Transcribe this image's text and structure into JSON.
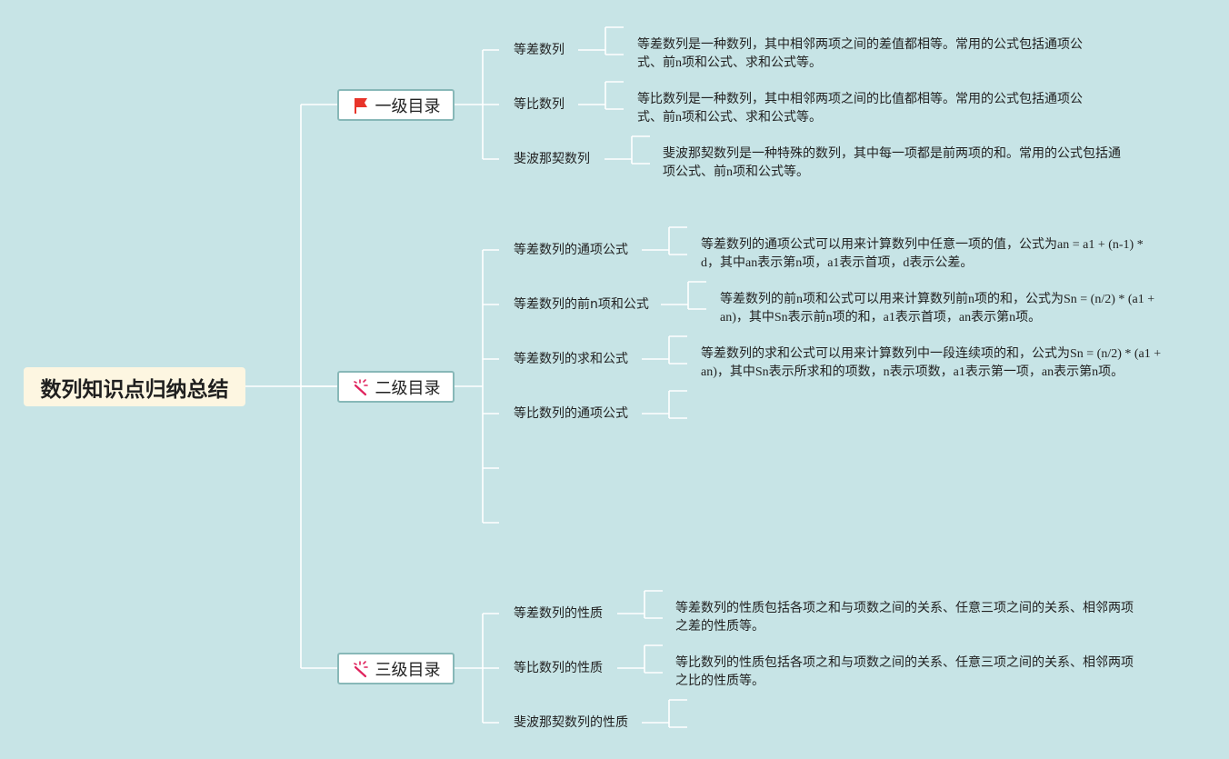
{
  "root": {
    "title": "数列知识点归纳总结"
  },
  "branches": [
    {
      "label": "一级目录",
      "icon": "red-flag-icon",
      "items": [
        {
          "label": "等差数列",
          "desc": "等差数列是一种数列，其中相邻两项之间的差值都相等。常用的公式包括通项公式、前n项和公式、求和公式等。"
        },
        {
          "label": "等比数列",
          "desc": "等比数列是一种数列，其中相邻两项之间的比值都相等。常用的公式包括通项公式、前n项和公式、求和公式等。"
        },
        {
          "label": "斐波那契数列",
          "desc": "斐波那契数列是一种特殊的数列，其中每一项都是前两项的和。常用的公式包括通项公式、前n项和公式等。"
        }
      ]
    },
    {
      "label": "二级目录",
      "icon": "magic-wand-icon",
      "items": [
        {
          "label": "等差数列的通项公式",
          "desc": "等差数列的通项公式可以用来计算数列中任意一项的值，公式为an = a1 + (n-1) * d，其中an表示第n项，a1表示首项，d表示公差。"
        },
        {
          "label": "等差数列的前n项和公式",
          "desc": "等差数列的前n项和公式可以用来计算数列前n项的和，公式为Sn = (n/2) * (a1 + an)，其中Sn表示前n项的和，a1表示首项，an表示第n项。"
        },
        {
          "label": "等差数列的求和公式",
          "desc": "等差数列的求和公式可以用来计算数列中一段连续项的和，公式为Sn = (n/2) * (a1 + an)，其中Sn表示所求和的项数，n表示项数，a1表示第一项，an表示第n项。"
        },
        {
          "label": "等比数列的通项公式",
          "desc": ""
        },
        {
          "label": "",
          "desc": null
        },
        {
          "label": "",
          "desc": null
        }
      ]
    },
    {
      "label": "三级目录",
      "icon": "magic-wand-icon",
      "items": [
        {
          "label": "等差数列的性质",
          "desc": "等差数列的性质包括各项之和与项数之间的关系、任意三项之间的关系、相邻两项之差的性质等。"
        },
        {
          "label": "等比数列的性质",
          "desc": "等比数列的性质包括各项之和与项数之间的关系、任意三项之间的关系、相邻两项之比的性质等。"
        },
        {
          "label": "斐波那契数列的性质",
          "desc": ""
        }
      ]
    }
  ],
  "colors": {
    "background": "#c7e4e6",
    "line": "#ffffff",
    "root_bg": "#fdf6e1",
    "node_border": "#88b8b8",
    "flag": "#e8342a",
    "wand": "#e0245e"
  }
}
